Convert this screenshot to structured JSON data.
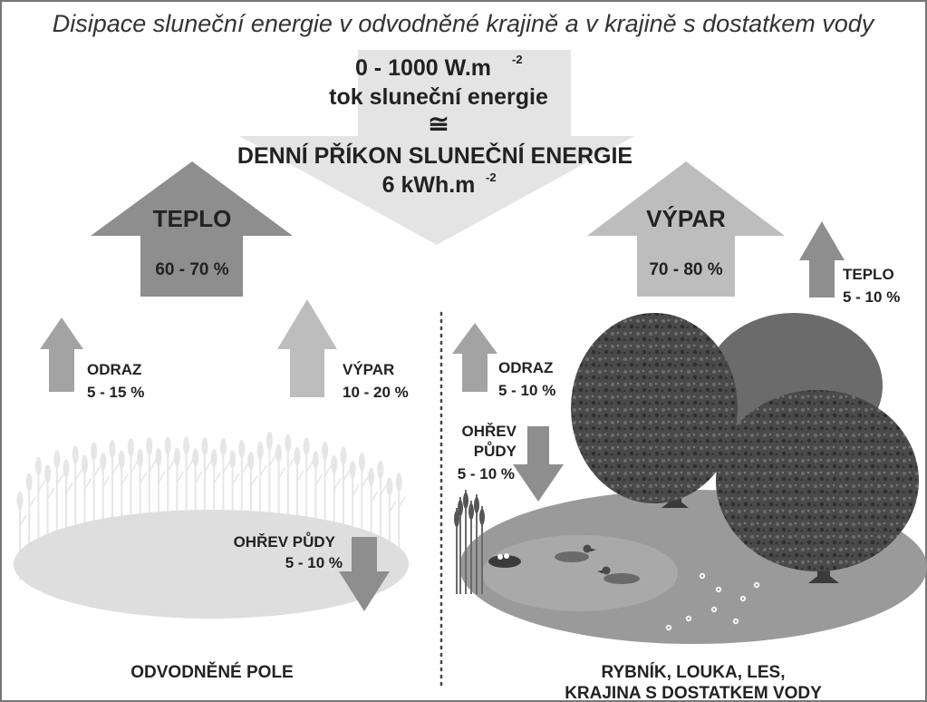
{
  "title": "Disipace sluneční energie v odvodněné krajině a v krajině s dostatkem vody",
  "solar": {
    "flux_value": "0 - 1000 W.m",
    "flux_exp": "-2",
    "flux_label": "tok sluneční energie",
    "equiv": "≅",
    "daily_label": "DENNÍ PŘÍKON SLUNEČNÍ ENERGIE",
    "daily_value": "6 kWh.m",
    "daily_exp": "-2"
  },
  "left": {
    "big_arrow": {
      "label": "TEPLO",
      "value": "60 - 70 %"
    },
    "reflection": {
      "label": "ODRAZ",
      "value": "5 - 15 %"
    },
    "evaporation": {
      "label": "VÝPAR",
      "value": "10 - 20 %"
    },
    "soil": {
      "label": "OHŘEV PŮDY",
      "value": "5 - 10 %"
    },
    "caption": "ODVODNĚNÉ POLE"
  },
  "right": {
    "big_arrow": {
      "label": "VÝPAR",
      "value": "70 - 80 %"
    },
    "heat": {
      "label": "TEPLO",
      "value": "5 - 10 %"
    },
    "reflection": {
      "label": "ODRAZ",
      "value": "5 - 10 %"
    },
    "soil": {
      "label_1": "OHŘEV",
      "label_2": "PŮDY",
      "value": "5 - 10 %"
    },
    "caption_1": "RYBNÍK, LOUKA, LES,",
    "caption_2": "KRAJINA S DOSTATKEM VODY"
  },
  "colors": {
    "background": "#ffffff",
    "sun_arrow": "#e4e4e4",
    "heat_arrow": "#8e8e8e",
    "evap_arrow": "#bdbdbd",
    "field": "#dedede",
    "pond": "#9a9a9a",
    "tree": "#4a4a4a",
    "text": "#222222"
  }
}
